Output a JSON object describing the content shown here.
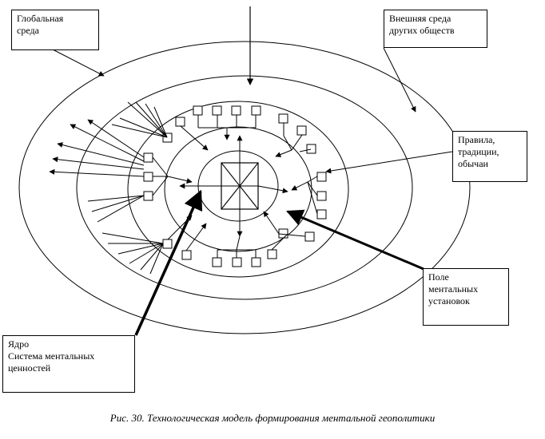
{
  "labels": {
    "global_env": [
      "Глобальная",
      "среда"
    ],
    "external_env": [
      "Внешняя среда",
      "других обществ"
    ],
    "rules": [
      "Правила,",
      "традиции,",
      "обычаи"
    ],
    "mental_field": [
      "Поле",
      "ментальных",
      "установок"
    ],
    "core": [
      "Ядро",
      "Система ментальных",
      "ценностей"
    ]
  },
  "caption": "Рис. 30. Технологическая модель формирования ментальной геополитики",
  "colors": {
    "line": "#000000",
    "background": "#ffffff"
  }
}
